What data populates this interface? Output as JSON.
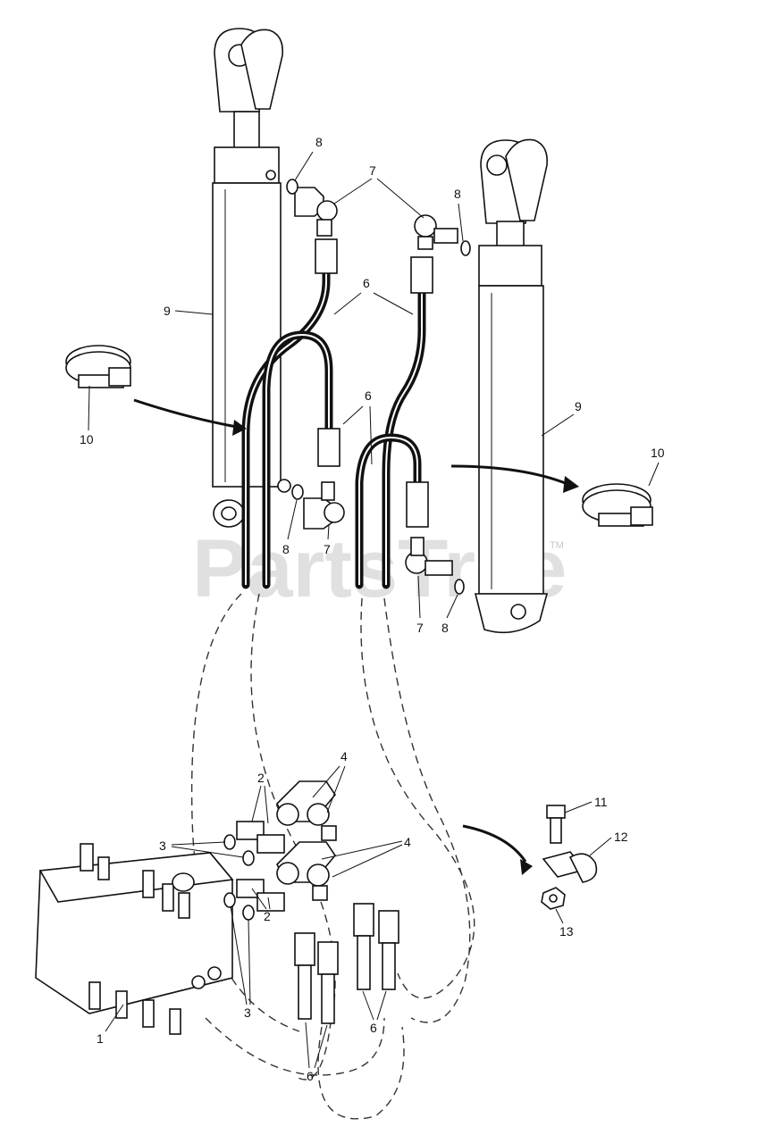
{
  "watermark": {
    "text": "PartsTree",
    "tm": "TM"
  },
  "callouts": [
    {
      "id": "c1",
      "label": "1"
    },
    {
      "id": "c2a",
      "label": "2"
    },
    {
      "id": "c2b",
      "label": "2"
    },
    {
      "id": "c3a",
      "label": "3"
    },
    {
      "id": "c3b",
      "label": "3"
    },
    {
      "id": "c4a",
      "label": "4"
    },
    {
      "id": "c4b",
      "label": "4"
    },
    {
      "id": "c6a",
      "label": "6"
    },
    {
      "id": "c6b",
      "label": "6"
    },
    {
      "id": "c6c",
      "label": "6"
    },
    {
      "id": "c6d",
      "label": "6"
    },
    {
      "id": "c7a",
      "label": "7"
    },
    {
      "id": "c7b",
      "label": "7"
    },
    {
      "id": "c7c",
      "label": "7"
    },
    {
      "id": "c8a",
      "label": "8"
    },
    {
      "id": "c8b",
      "label": "8"
    },
    {
      "id": "c8c",
      "label": "8"
    },
    {
      "id": "c8d",
      "label": "8"
    },
    {
      "id": "c9a",
      "label": "9"
    },
    {
      "id": "c9b",
      "label": "9"
    },
    {
      "id": "c10a",
      "label": "10"
    },
    {
      "id": "c10b",
      "label": "10"
    },
    {
      "id": "c11",
      "label": "11"
    },
    {
      "id": "c12",
      "label": "12"
    },
    {
      "id": "c13",
      "label": "13"
    }
  ]
}
